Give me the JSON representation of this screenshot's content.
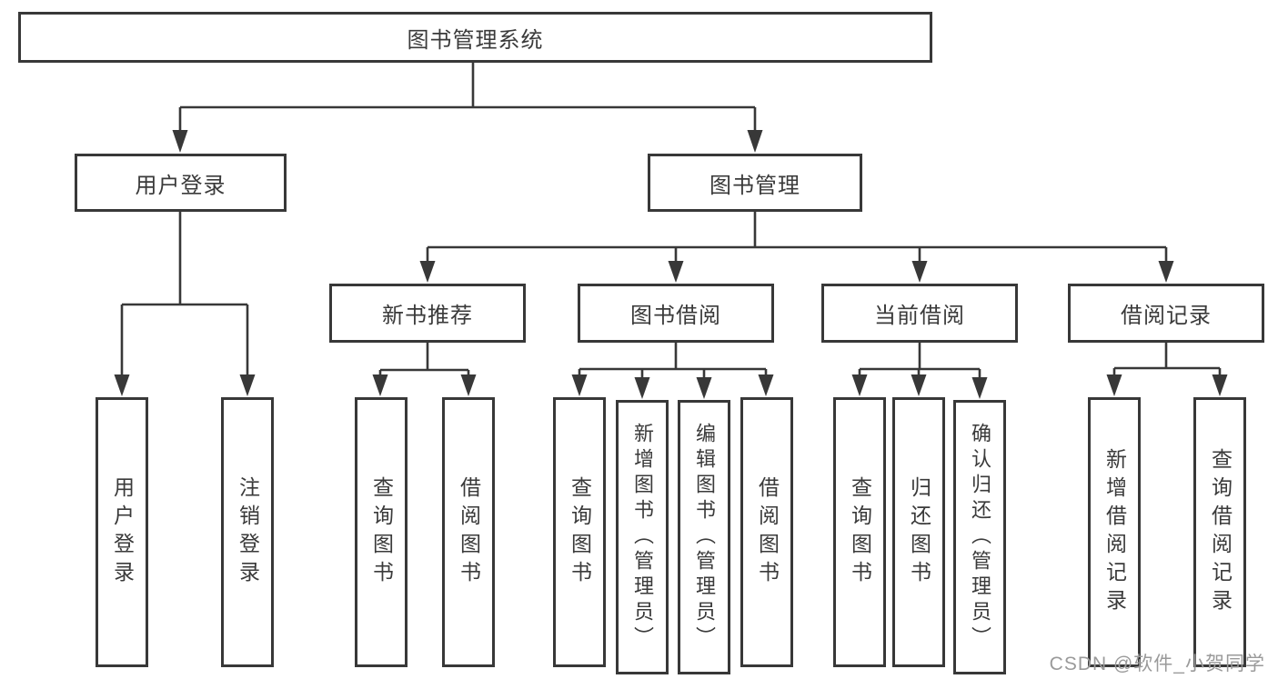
{
  "diagram": {
    "root": {
      "label": "图书管理系统"
    },
    "branches": [
      {
        "label": "用户登录"
      },
      {
        "label": "图书管理"
      }
    ],
    "sections": [
      {
        "label": "新书推荐"
      },
      {
        "label": "图书借阅"
      },
      {
        "label": "当前借阅"
      },
      {
        "label": "借阅记录"
      }
    ],
    "leaves": [
      {
        "label": "用户登录"
      },
      {
        "label": "注销登录"
      },
      {
        "label": "查询图书"
      },
      {
        "label": "借阅图书"
      },
      {
        "label": "查询图书"
      },
      {
        "label": "新增图书（管理员）"
      },
      {
        "label": "编辑图书（管理员）"
      },
      {
        "label": "借阅图书"
      },
      {
        "label": "查询图书"
      },
      {
        "label": "归还图书"
      },
      {
        "label": "确认归还（管理员）"
      },
      {
        "label": "新增借阅记录"
      },
      {
        "label": "查询借阅记录"
      }
    ]
  },
  "watermark": {
    "text": "CSDN @软件_小贺同学"
  },
  "colors": {
    "line": "#383838",
    "text": "#3a3a3a",
    "background": "#ffffff",
    "watermark": "#9a9a9a"
  }
}
